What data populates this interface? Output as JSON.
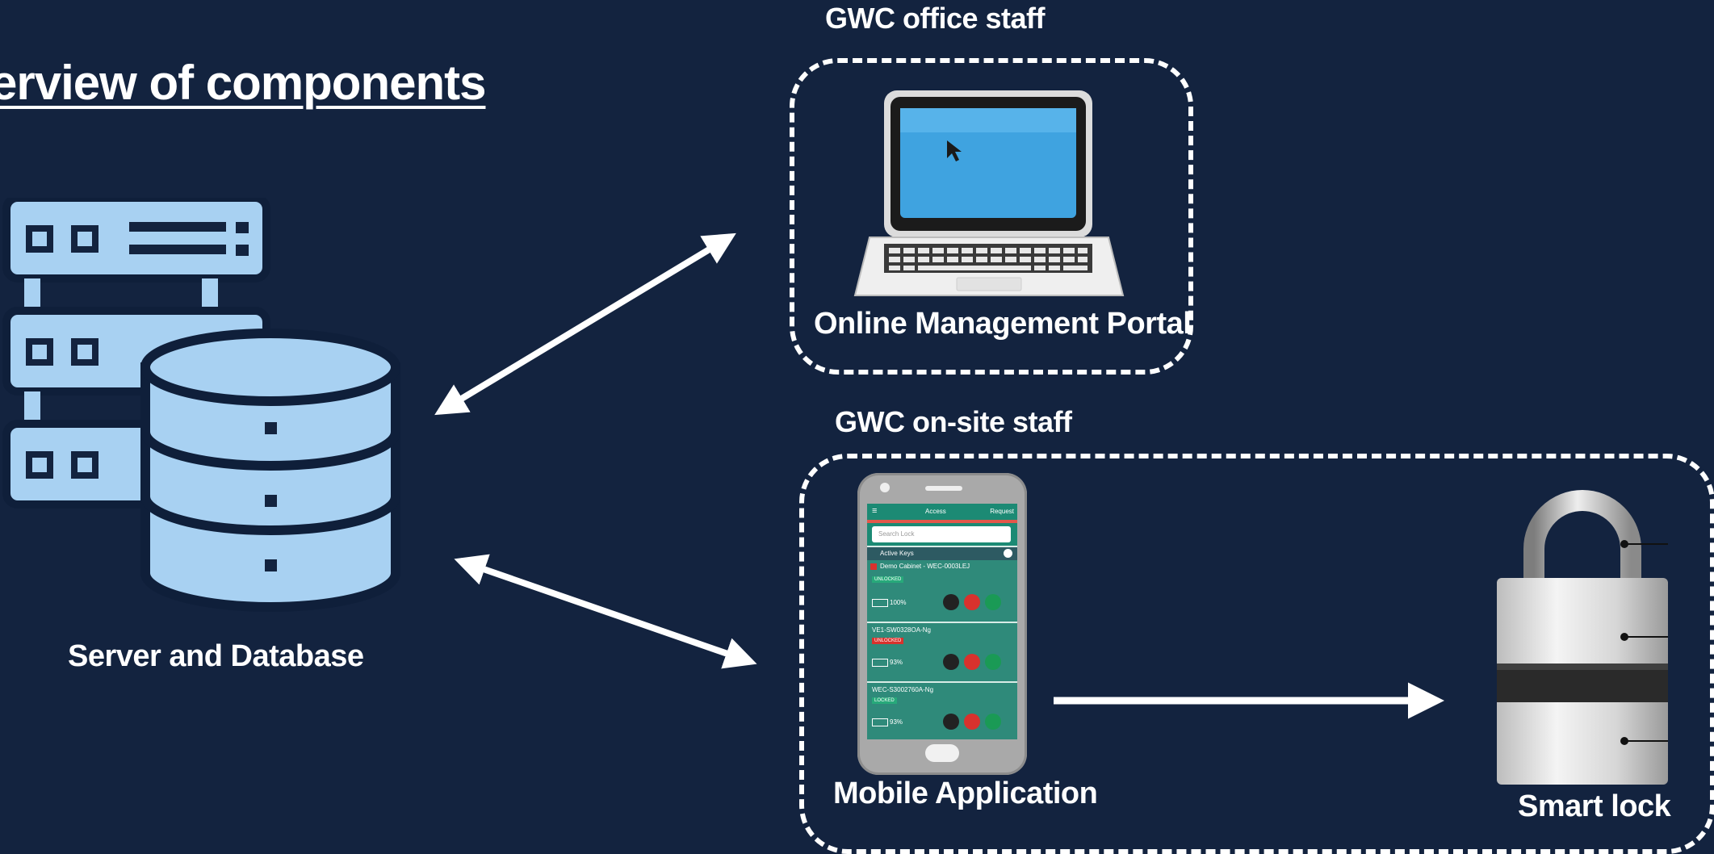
{
  "title": "erview of components",
  "nodes": {
    "server": {
      "label": "Server and Database",
      "icon": "server-database-icon"
    },
    "portal": {
      "label": "Online Management Portal",
      "icon": "laptop-icon"
    },
    "mobile": {
      "label": "Mobile Application",
      "icon": "smartphone-icon"
    },
    "lock": {
      "label": "Smart lock",
      "icon": "padlock-icon"
    }
  },
  "groups": {
    "office": "GWC office staff",
    "onsite": "GWC on-site staff"
  },
  "phone_screen": {
    "header_title": "Access",
    "header_action": "Request",
    "search_placeholder": "Search Lock",
    "section": "Active Keys",
    "keys": [
      {
        "name": "Demo Cabinet - WEC-0003LEJ",
        "status": "UNLOCKED",
        "battery": "100%"
      },
      {
        "name": "VE1-SW0328OA-Ng",
        "status": "UNLOCKED",
        "battery": "93%"
      },
      {
        "name": "WEC-S3002760A-Ng",
        "status": "LOCKED",
        "battery": "93%"
      }
    ]
  },
  "colors": {
    "background": "#13233f",
    "icon_fill": "#a8d1f2",
    "foreground": "#ffffff",
    "screen_blue": "#3fa3e0",
    "app_green": "#1c8a74"
  }
}
